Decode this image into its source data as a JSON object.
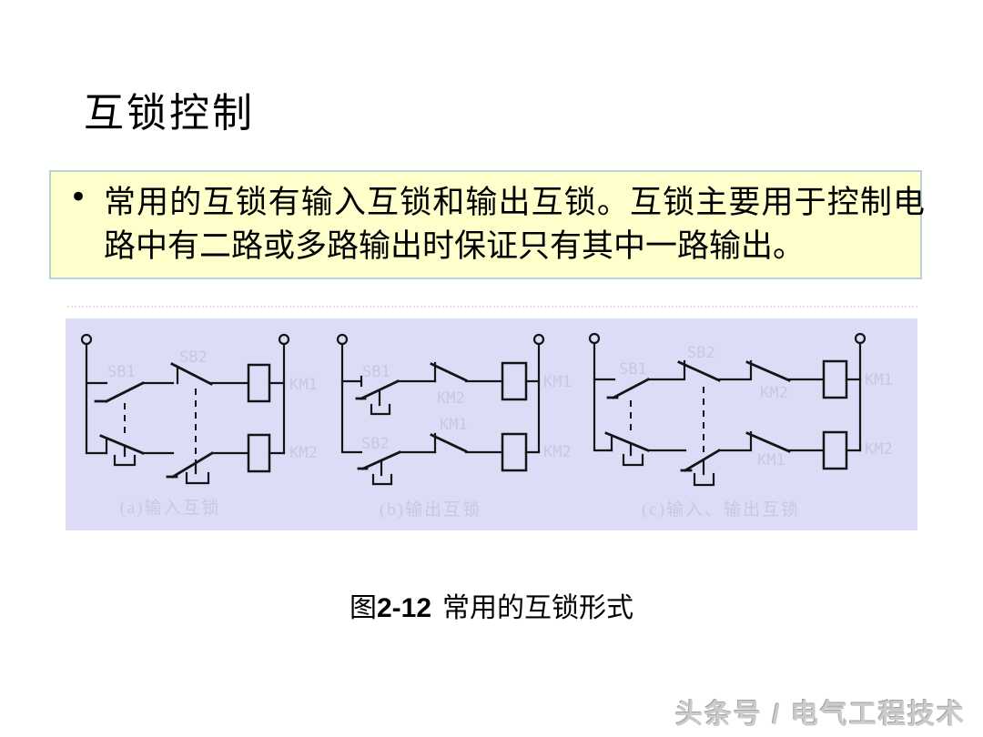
{
  "slide": {
    "title": "互锁控制",
    "bullet": {
      "marker": "•",
      "text": "常用的互锁有输入互锁和输出互锁。互锁主要用于控制电路中有二路或多路输出时保证只有其中一路输出。"
    },
    "figure": {
      "caption_fig": "图",
      "caption_num": "2-12",
      "caption_title": "常用的互锁形式"
    },
    "watermark": "头条号 / 电气工程技术"
  },
  "diagram": {
    "colors": {
      "panel_bg": "#dcdcf7",
      "line": "#141414",
      "label": "#c6c9e0",
      "box_bg": "#ffffcc",
      "box_border": "#b6d2da",
      "divider_pink": "#f0ccd6"
    },
    "circuit_a": {
      "caption": "(a)输入互锁",
      "label_sb1": "SB1",
      "label_sb2": "SB2",
      "label_km1": "KM1",
      "label_km2": "KM2"
    },
    "circuit_b": {
      "caption": "(b)输出互锁",
      "label_sb1": "SB1",
      "label_sb2": "SB2",
      "label_km2_contact": "KM2",
      "label_km1_contact": "KM1",
      "label_km1": "KM1",
      "label_km2": "KM2"
    },
    "circuit_c": {
      "caption": "(c)输入、输出互锁",
      "label_sb1": "SB1",
      "label_sb2": "SB2",
      "label_km2_contact": "KM2",
      "label_km1_contact": "KM1",
      "label_km1": "KM1",
      "label_km2": "KM2"
    }
  }
}
